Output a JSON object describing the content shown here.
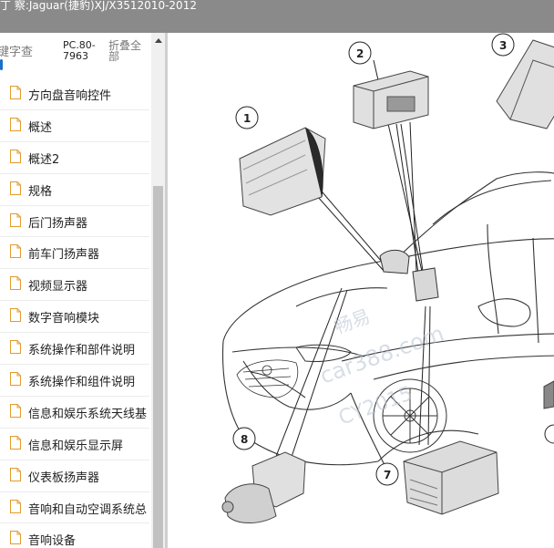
{
  "window": {
    "title": "丁 察:Jaguar(捷豹)XJ/X3512010-2012"
  },
  "toolbar": {
    "search_label": "键字查",
    "pc_label": "PC.80-\n7963",
    "fold_label": "折叠全\n部"
  },
  "toc": {
    "items": [
      {
        "label": "方向盘音响控件"
      },
      {
        "label": "概述"
      },
      {
        "label": "概述2"
      },
      {
        "label": "规格"
      },
      {
        "label": "后门扬声器"
      },
      {
        "label": "前车门扬声器"
      },
      {
        "label": "视频显示器"
      },
      {
        "label": "数字音响模块"
      },
      {
        "label": "系统操作和部件说明"
      },
      {
        "label": "系统操作和组件说明"
      },
      {
        "label": "信息和娱乐系统天线基"
      },
      {
        "label": "信息和娱乐显示屏"
      },
      {
        "label": "仪表板扬声器"
      },
      {
        "label": "音响和自动空调系统总"
      },
      {
        "label": "音响设备"
      }
    ]
  },
  "diagram": {
    "callouts": [
      "1",
      "2",
      "3",
      "7",
      "8"
    ],
    "watermark": [
      "畅易",
      "car388.com",
      "CY2015"
    ]
  },
  "colors": {
    "titlebar": "#8a8a8a",
    "accent": "#1a6fc9"
  }
}
